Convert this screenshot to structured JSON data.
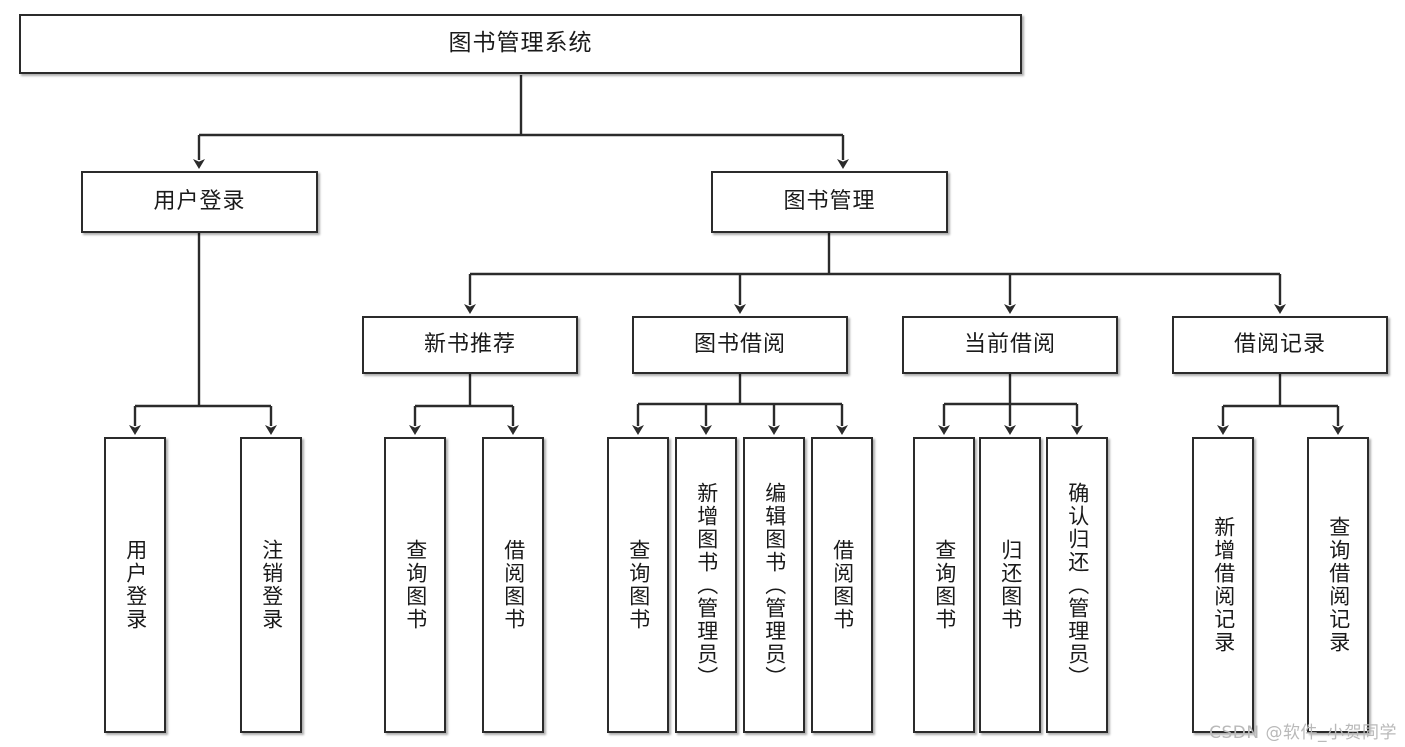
{
  "diagram": {
    "title": "图书管理系统",
    "type": "tree-hierarchy",
    "watermark": "CSDN @软件_小贺同学",
    "colors": {
      "box_border": "#2b2b2b",
      "box_fill": "#ffffff",
      "edge": "#2b2b2b",
      "text": "#1a1a1a",
      "watermark": "#b9b9b9"
    }
  },
  "nodes": {
    "root": {
      "label": "图书管理系统"
    },
    "level2": [
      {
        "label": "用户登录"
      },
      {
        "label": "图书管理"
      }
    ],
    "level3": [
      {
        "label": "新书推荐"
      },
      {
        "label": "图书借阅"
      },
      {
        "label": "当前借阅"
      },
      {
        "label": "借阅记录"
      }
    ],
    "leaves": {
      "user_login": [
        {
          "label": "用户登录"
        },
        {
          "label": "注销登录"
        }
      ],
      "new_book_recommend": [
        {
          "label": "查询图书"
        },
        {
          "label": "借阅图书"
        }
      ],
      "book_borrow": [
        {
          "label": "查询图书"
        },
        {
          "label": "新增图书（管理员）"
        },
        {
          "label": "编辑图书（管理员）"
        },
        {
          "label": "借阅图书"
        }
      ],
      "current_borrow": [
        {
          "label": "查询图书"
        },
        {
          "label": "归还图书"
        },
        {
          "label": "确认归还（管理员）"
        }
      ],
      "borrow_record": [
        {
          "label": "新增借阅记录"
        },
        {
          "label": "查询借阅记录"
        }
      ]
    }
  }
}
